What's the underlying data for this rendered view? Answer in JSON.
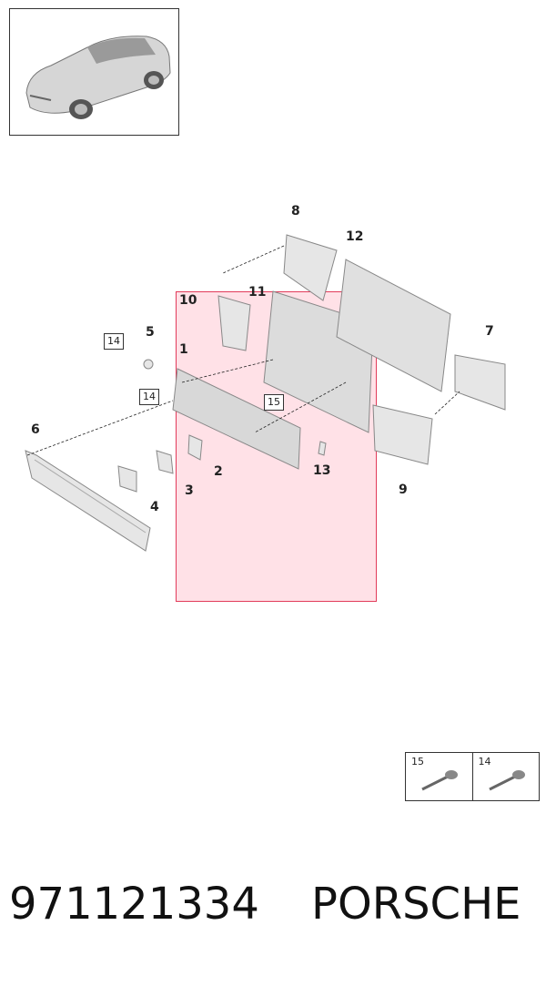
{
  "callouts": {
    "c1": "1",
    "c2": "2",
    "c3": "3",
    "c4": "4",
    "c5": "5",
    "c6": "6",
    "c7": "7",
    "c8": "8",
    "c9": "9",
    "c10": "10",
    "c11": "11",
    "c12": "12",
    "c13": "13",
    "b14a": "14",
    "b14b": "14",
    "b15": "15"
  },
  "legend": {
    "cell_a": "15",
    "cell_b": "14"
  },
  "footer": {
    "part_number": "971121334",
    "brand": "PORSCHE"
  },
  "colors": {
    "highlight_border": "#e23b5a",
    "highlight_fill": "#ffd0d8"
  }
}
